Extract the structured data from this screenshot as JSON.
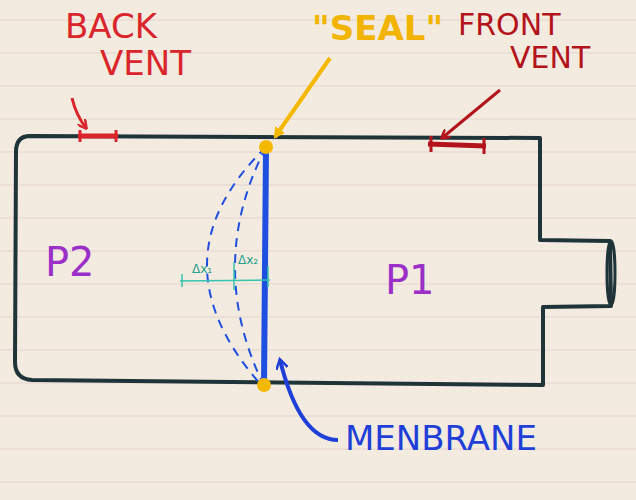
{
  "diagram": {
    "labels": [
      "BACK VENT",
      "\"SEAL\"",
      "FRONT VENT",
      "P2",
      "P1",
      "MENBRANE",
      "Δx₁",
      "Δx₂"
    ]
  }
}
